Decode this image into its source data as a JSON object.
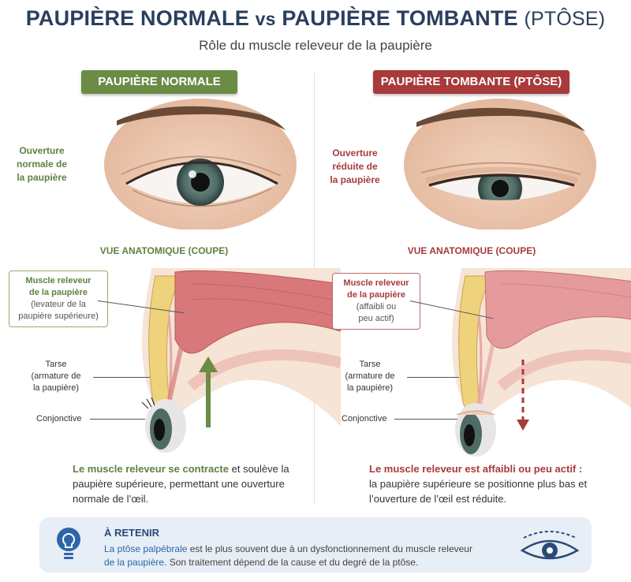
{
  "header": {
    "title_normal": "PAUPIÈRE NORMALE",
    "title_vs": "vs",
    "title_tombante": "PAUPIÈRE TOMBANTE",
    "title_ptose": "(PTÔSE)",
    "subtitle": "Rôle du muscle releveur de la paupière"
  },
  "left": {
    "badge": "PAUPIÈRE NORMALE",
    "opening_label": [
      "Ouverture",
      "normale de",
      "la paupière"
    ],
    "section_label": "VUE ANATOMIQUE (COUPE)",
    "muscle_title": [
      "Muscle releveur",
      "de la paupière"
    ],
    "muscle_sub": [
      "(levateur de la",
      "paupière supérieure)"
    ],
    "tarse": [
      "Tarse",
      "(armature de",
      "la paupière)"
    ],
    "conjonctive": "Conjonctive",
    "desc_em": "Le muscle releveur se contracte",
    "desc_rest": " et soulève la paupière supérieure, permettant une ouverture normale de l’œil."
  },
  "right": {
    "badge": "PAUPIÈRE TOMBANTE (PTÔSE)",
    "opening_label": [
      "Ouverture",
      "réduite de",
      "la paupière"
    ],
    "section_label": "VUE ANATOMIQUE (COUPE)",
    "muscle_title": [
      "Muscle releveur",
      "de la paupière"
    ],
    "muscle_sub": [
      "(affaibli ou",
      "peu actif)"
    ],
    "tarse": [
      "Tarse",
      "(armature de",
      "la paupière)"
    ],
    "conjonctive": "Conjonctive",
    "desc_em": "Le muscle releveur est affaibli ou peu actif :",
    "desc_rest": "la paupière supérieure se positionne plus bas et l’ouverture de l’œil est réduite."
  },
  "note": {
    "title": "À RETENIR",
    "text_hl1": "La ptôse palpébrale",
    "text_1": " est le plus souvent due à un dysfonctionnement du muscle releveur ",
    "text_hl2": "de la paupière",
    "text_2": ". Son traitement dépend de la cause et du degré de la ptôse."
  },
  "colors": {
    "navy": "#2a3f5e",
    "green": "#6a8c45",
    "red": "#a83a3c",
    "note_bg": "#e7eef6",
    "blue_text": "#2d66a8"
  },
  "icons": [
    "lightbulb-icon",
    "eye-icon",
    "arrow-up-icon",
    "arrow-down-dashed-icon"
  ]
}
